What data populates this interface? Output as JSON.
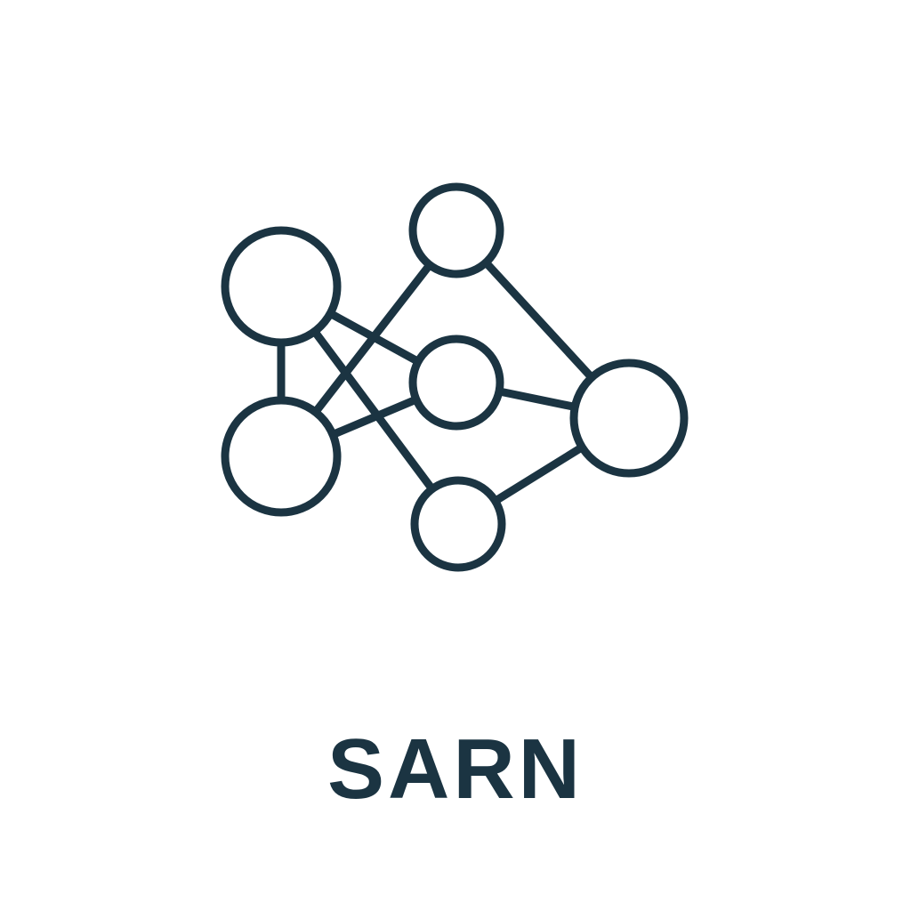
{
  "colors": {
    "ink": "#1b3442",
    "background": "#ffffff",
    "node_fill": "#ffffff"
  },
  "icon": {
    "name": "network-graph-icon",
    "nodes": [
      {
        "id": "input-top"
      },
      {
        "id": "input-bottom"
      },
      {
        "id": "hidden-top"
      },
      {
        "id": "hidden-middle"
      },
      {
        "id": "hidden-bottom"
      },
      {
        "id": "output"
      }
    ],
    "edges": [
      [
        "input-top",
        "input-bottom"
      ],
      [
        "input-top",
        "hidden-middle"
      ],
      [
        "input-top",
        "hidden-bottom"
      ],
      [
        "input-bottom",
        "hidden-top"
      ],
      [
        "input-bottom",
        "hidden-middle"
      ],
      [
        "hidden-top",
        "output"
      ],
      [
        "hidden-middle",
        "output"
      ],
      [
        "hidden-bottom",
        "output"
      ]
    ]
  },
  "caption": {
    "text": "SARN"
  }
}
